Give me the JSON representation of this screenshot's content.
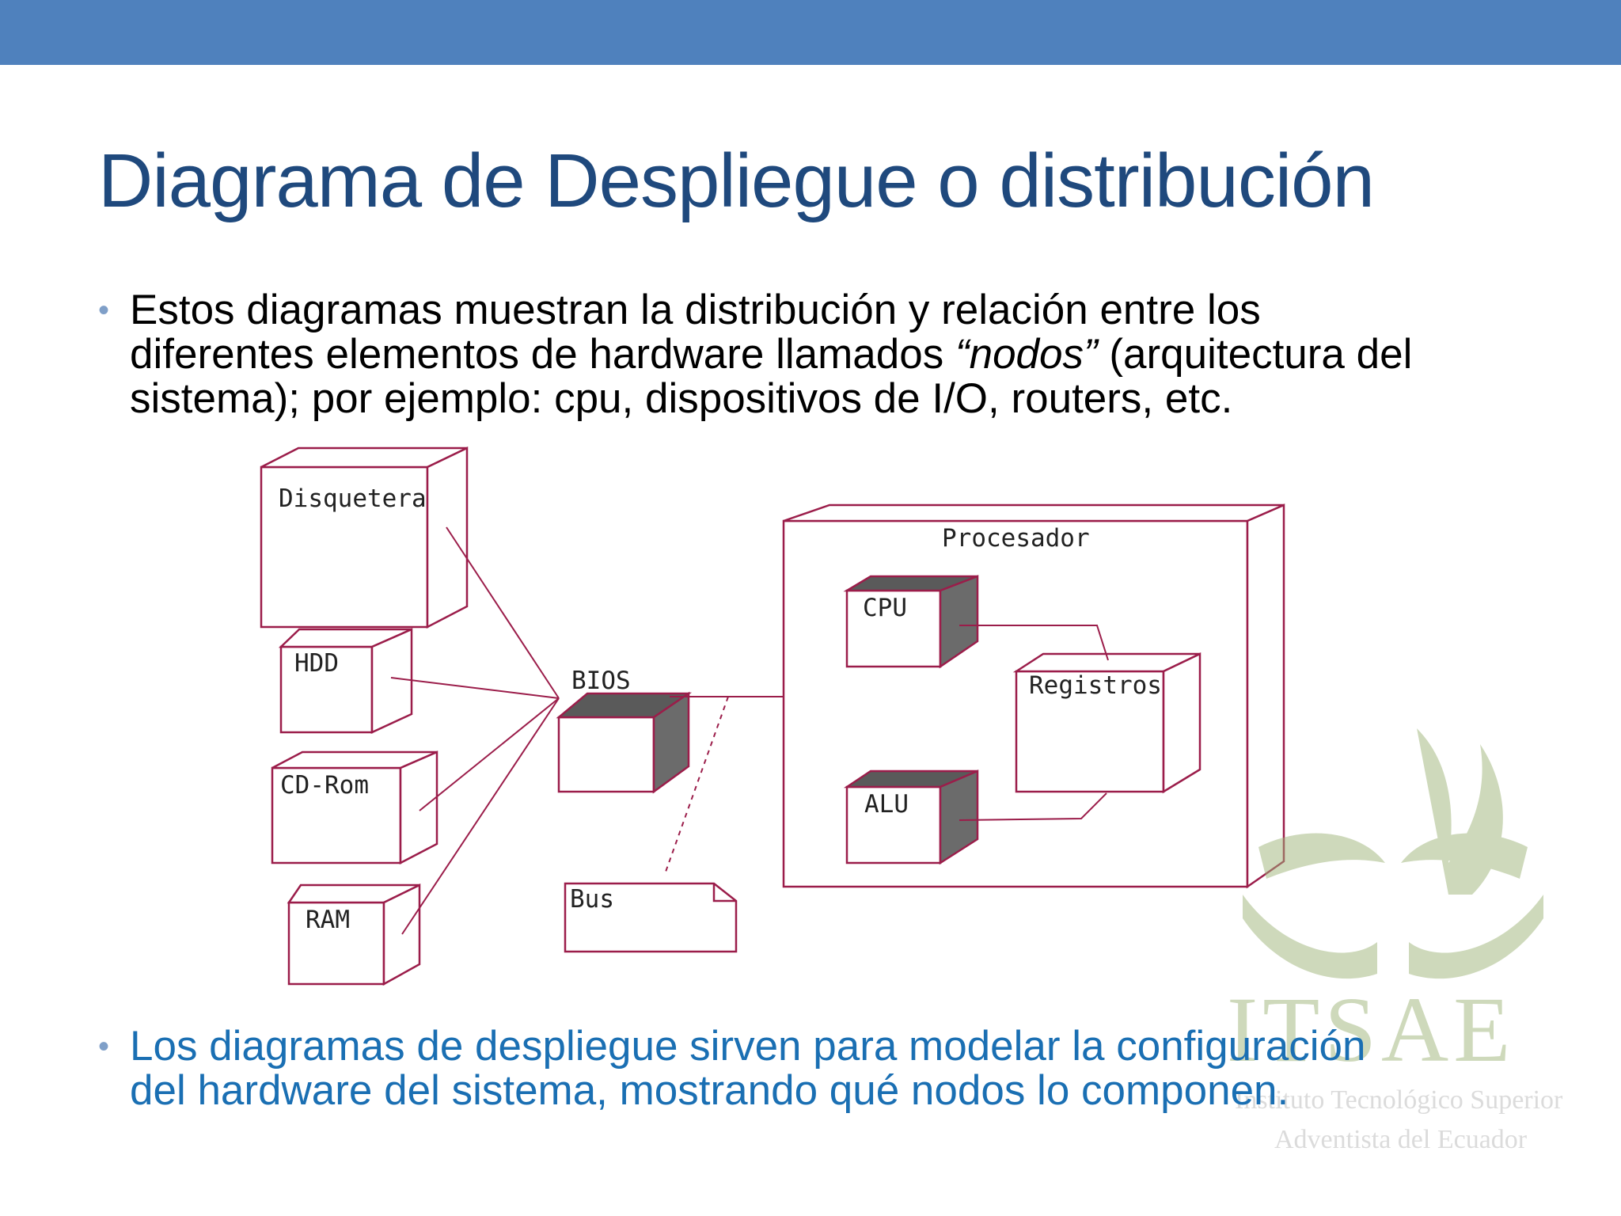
{
  "slide": {
    "title": "Diagrama de Despliegue o distribución",
    "bullets": [
      {
        "lines": [
          "Estos diagramas muestran la distribución y relación entre los",
          "diferentes elementos de hardware llamados",
          "“nodos”",
          "(arquitectura del",
          "sistema); por ejemplo: cpu, dispositivos de I/O, routers, etc."
        ]
      },
      {
        "lines": [
          "Los diagramas de despliegue sirven para modelar la configuración",
          "del hardware del sistema, mostrando qué nodos lo componen."
        ]
      }
    ]
  },
  "diagram": {
    "nodes": {
      "disquetera": "Disquetera",
      "hdd": "HDD",
      "cdrom": "CD-Rom",
      "ram": "RAM",
      "bios": "BIOS",
      "bus": "Bus",
      "procesador": "Procesador",
      "cpu": "CPU",
      "registros": "Registros",
      "alu": "ALU"
    }
  },
  "watermark": {
    "acronym": "ITSAE",
    "line1": "Instituto Tecnológico Superior",
    "line2": "Adventista del Ecuador"
  },
  "colors": {
    "top_bar": "#4f81bd",
    "title": "#1f497d",
    "bullet_2_text": "#1a6fb3",
    "diagram_line": "#9b1d4a",
    "node_shaded_face": "#6b6b6b",
    "watermark": "#9fb57a"
  }
}
